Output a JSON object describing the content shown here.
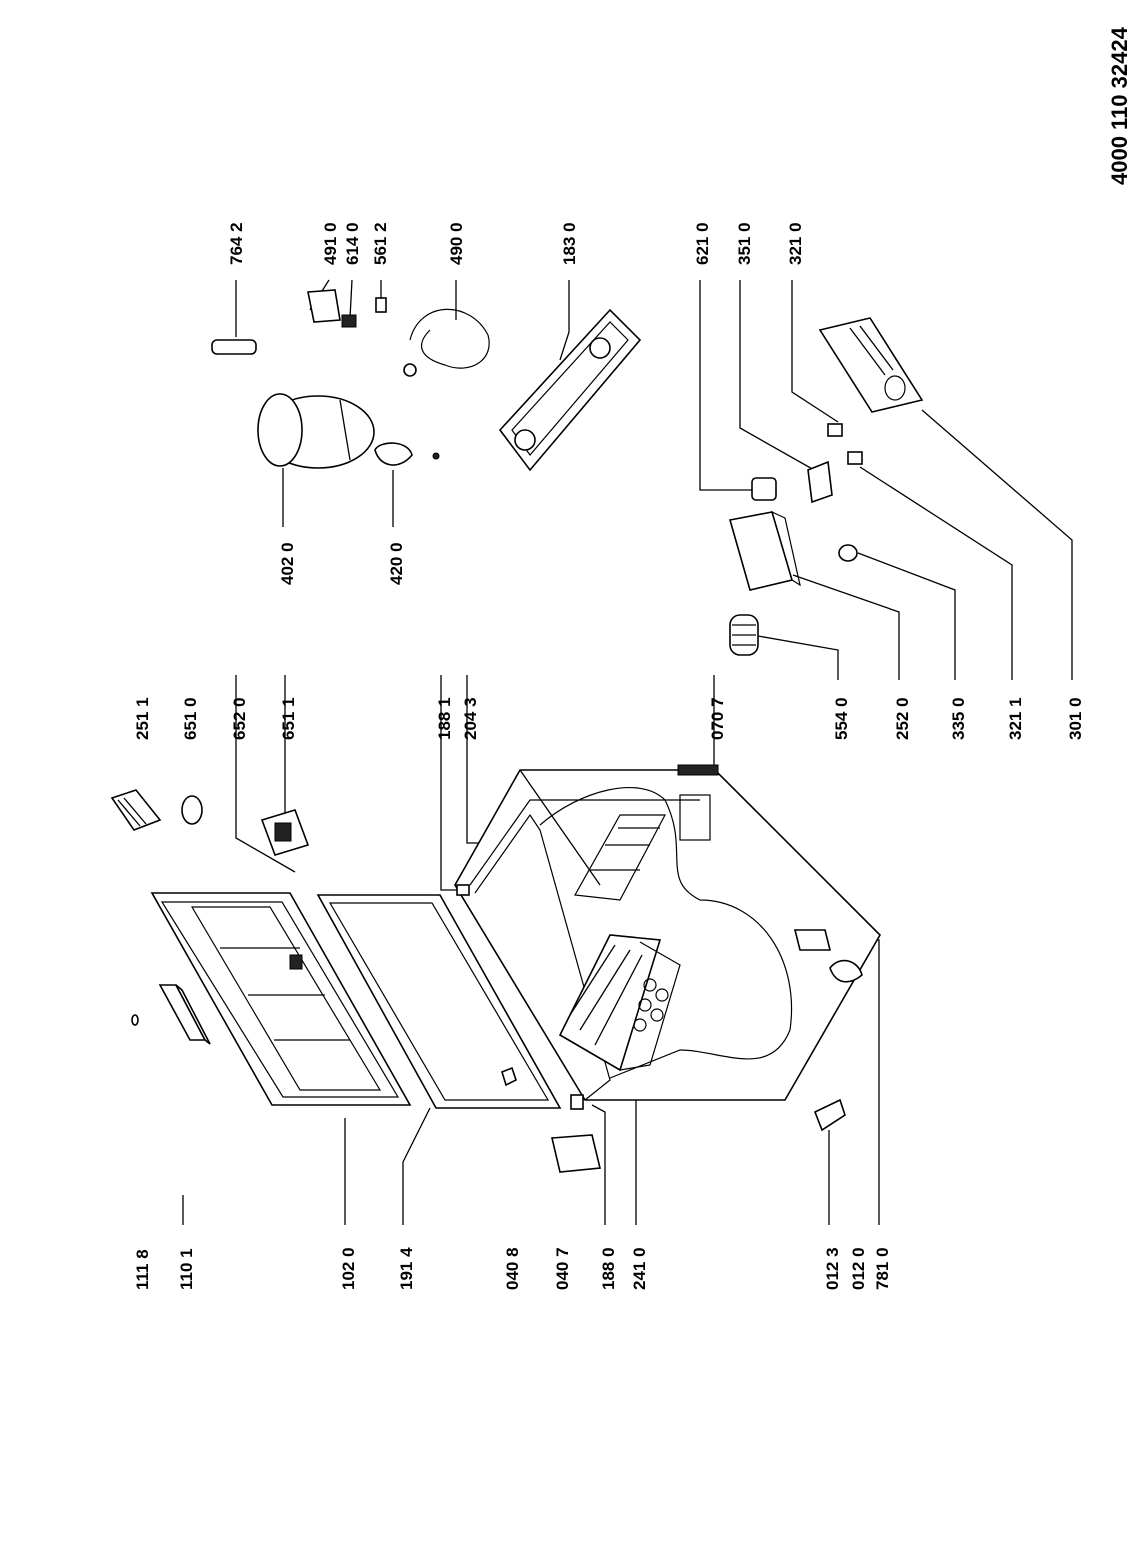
{
  "document_number": "4000 110 32424",
  "labels": [
    "111 8",
    "110 1",
    "102 0",
    "191 4",
    "040 8",
    "040 7",
    "188 0",
    "241 0",
    "012 3",
    "012 0",
    "781 0",
    "251 1",
    "651 0",
    "652 0",
    "651 1",
    "188 1",
    "204 3",
    "070 7",
    "402 0",
    "420 0",
    "764 2",
    "491 0",
    "614 0",
    "561 2",
    "490 0",
    "183 0",
    "554 0",
    "252 0",
    "335 0",
    "321 1",
    "301 0",
    "621 0",
    "351 0",
    "321 0"
  ]
}
